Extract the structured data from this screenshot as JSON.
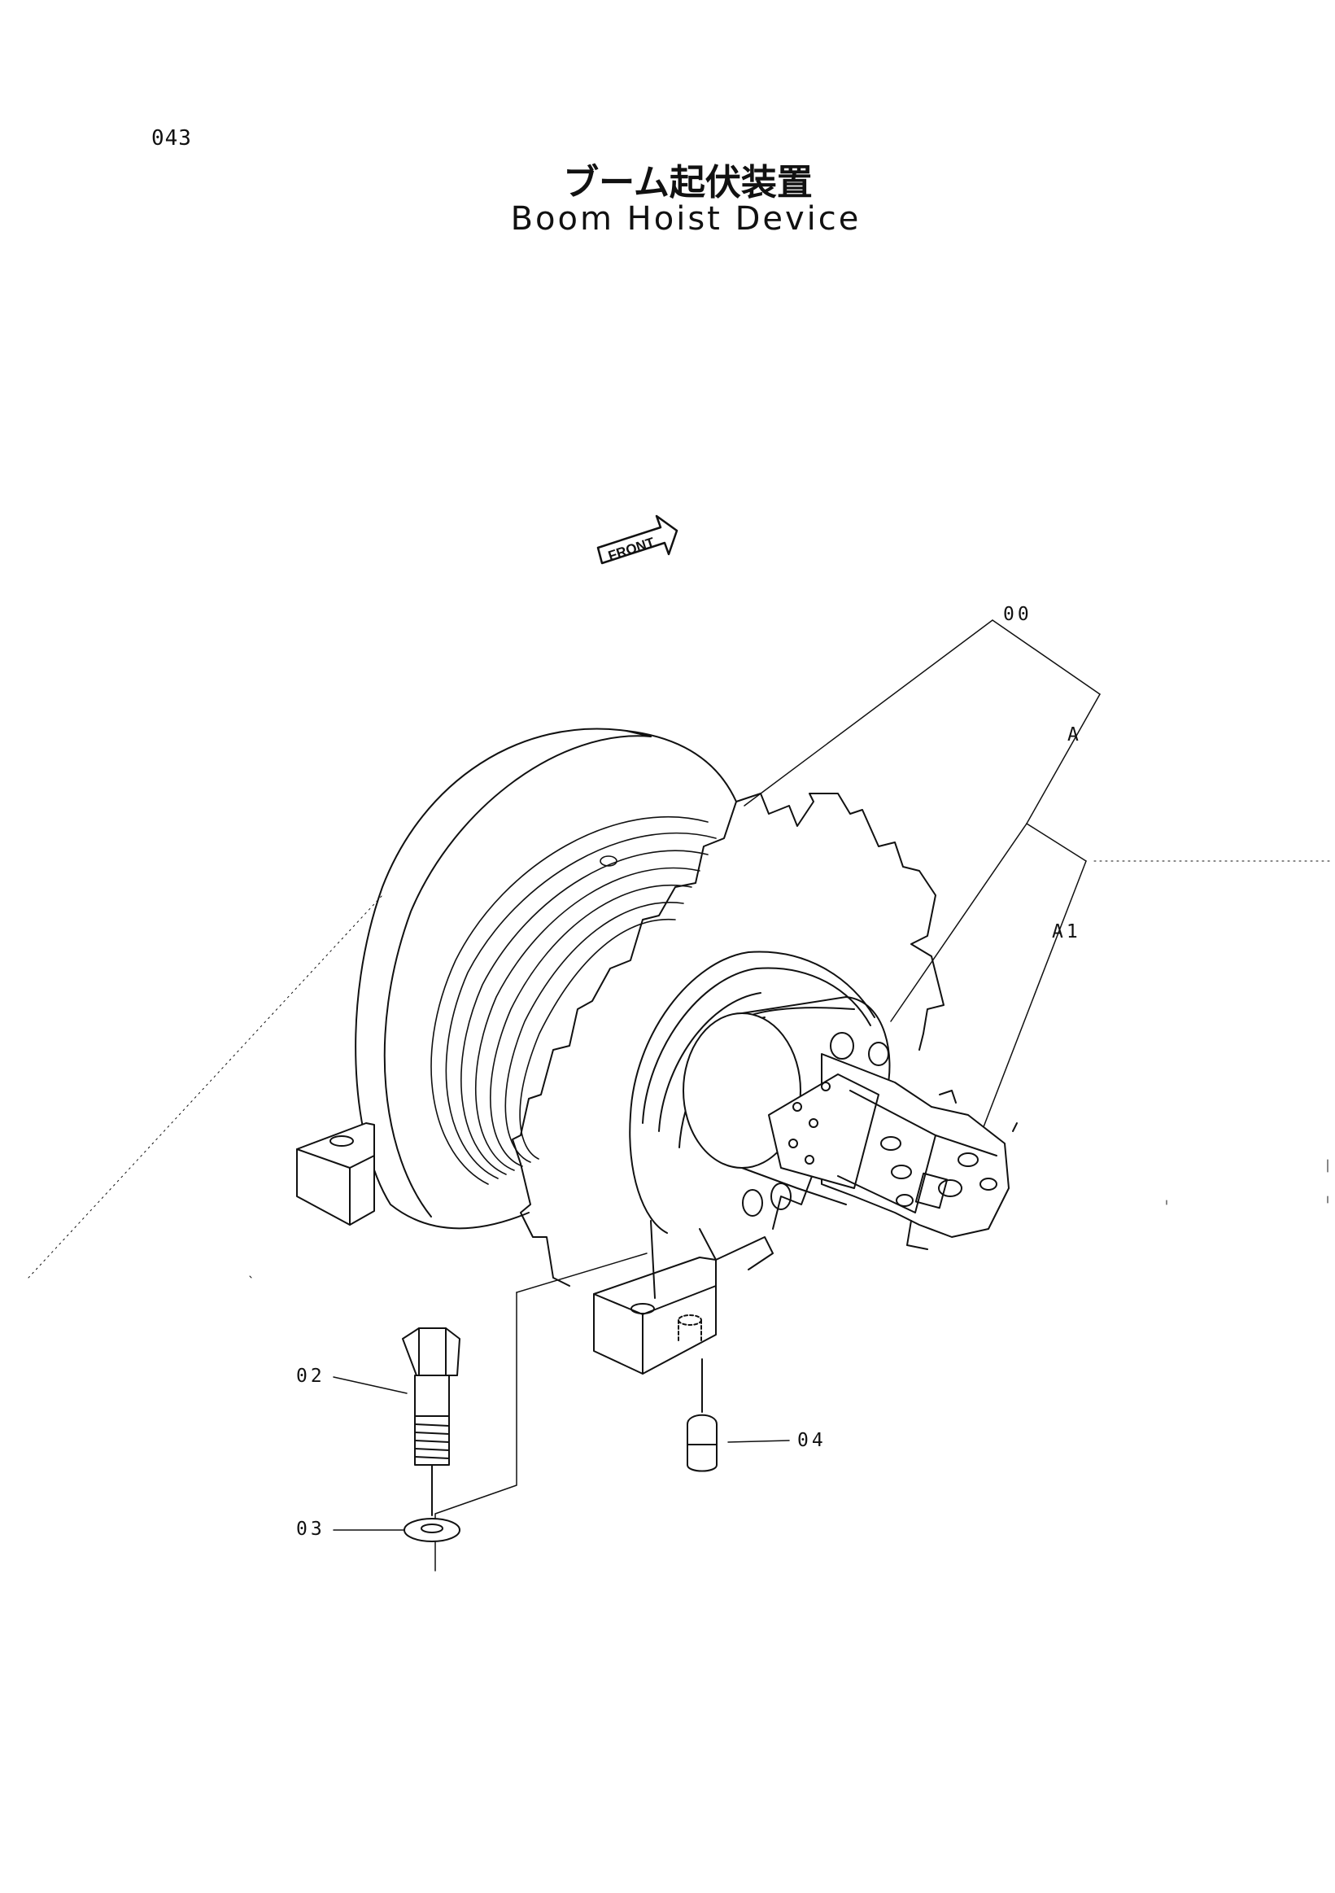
{
  "page_number": "043",
  "title_jp": "ブーム起伏装置",
  "title_en": "Boom Hoist Device",
  "front_label": "FRONT",
  "callouts": {
    "assembly": "00",
    "sub_a": "A",
    "sub_a1": "A1",
    "bolt": "02",
    "washer": "03",
    "pin": "04"
  },
  "colors": {
    "line": "#111111",
    "background": "#ffffff"
  }
}
